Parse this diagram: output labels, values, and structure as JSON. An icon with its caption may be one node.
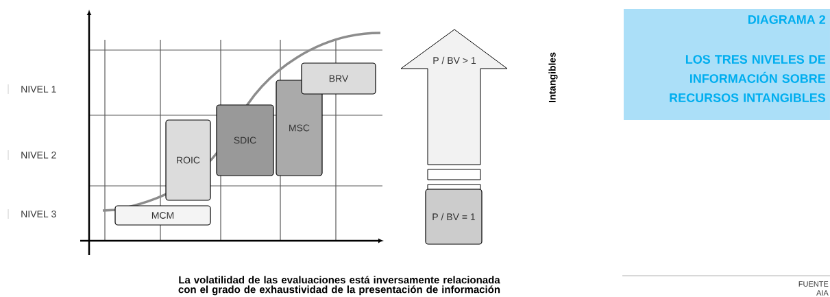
{
  "diagram": {
    "title": "DIAGRAMA 2",
    "caption": "La volatilidad de las evaluaciones está inversamente relacionada con el grado de exhaustividad de la presentación de información",
    "nodes": [
      {
        "text": [
          "MCM"
        ]
      },
      {
        "text": [
          "ROIC"
        ]
      },
      {
        "text": [
          "SDIC"
        ]
      },
      {
        "text": [
          "MSC"
        ]
      },
      {
        "text": [
          "BRV"
        ]
      },
      {
        "text": [
          "P / BV > 1"
        ]
      },
      {
        "text": [],
        "shape": "bar"
      },
      {
        "text": [],
        "shape": "bar"
      },
      {
        "text": [
          "P / BV = 1"
        ]
      },
      {
        "text": [
          "LOS TRES NIVELES DE INFORMACIÓN SOBRE RECURSOS INTANGIBLES"
        ]
      }
    ],
    "labels": [
      "NIVEL 1",
      "NIVEL 2",
      "NIVEL 3",
      "Intangibles",
      "FUENTE",
      "AIA"
    ]
  }
}
